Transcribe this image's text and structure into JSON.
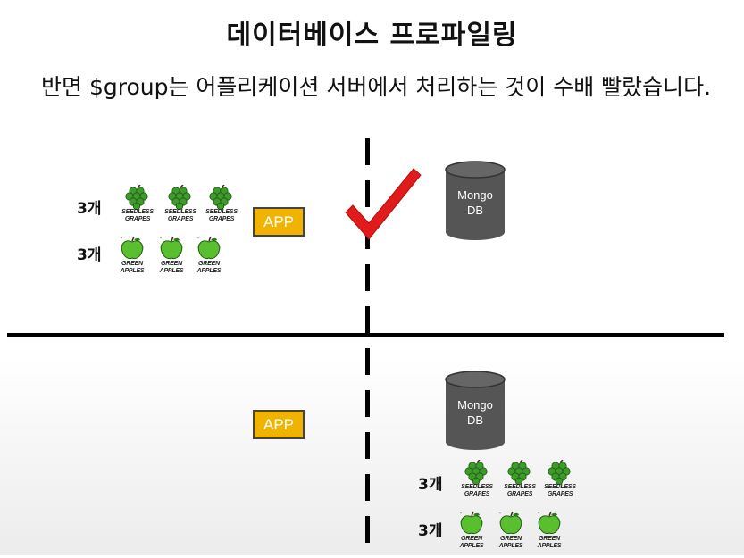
{
  "title": "데이터베이스 프로파일링",
  "subtitle": "반면 $group는 어플리케이션 서버에서 처리하는 것이 수배 빨랐습니다.",
  "app_label": "APP",
  "db_label": [
    "Mongo",
    "DB"
  ],
  "grapes": {
    "count_label": "3개",
    "label_line1": "SEEDLESS",
    "label_line2": "GRAPES"
  },
  "apples": {
    "count_label": "3개",
    "label_line1": "GREEN",
    "label_line2": "APPLES"
  },
  "colors": {
    "app": "#f0b400",
    "db": "#555555",
    "check": "#e11b1b",
    "grape": "#3e9b2a",
    "apple": "#59bf2e"
  },
  "icons": [
    "grapes-icon",
    "apple-icon",
    "checkmark-icon",
    "database-icon"
  ]
}
